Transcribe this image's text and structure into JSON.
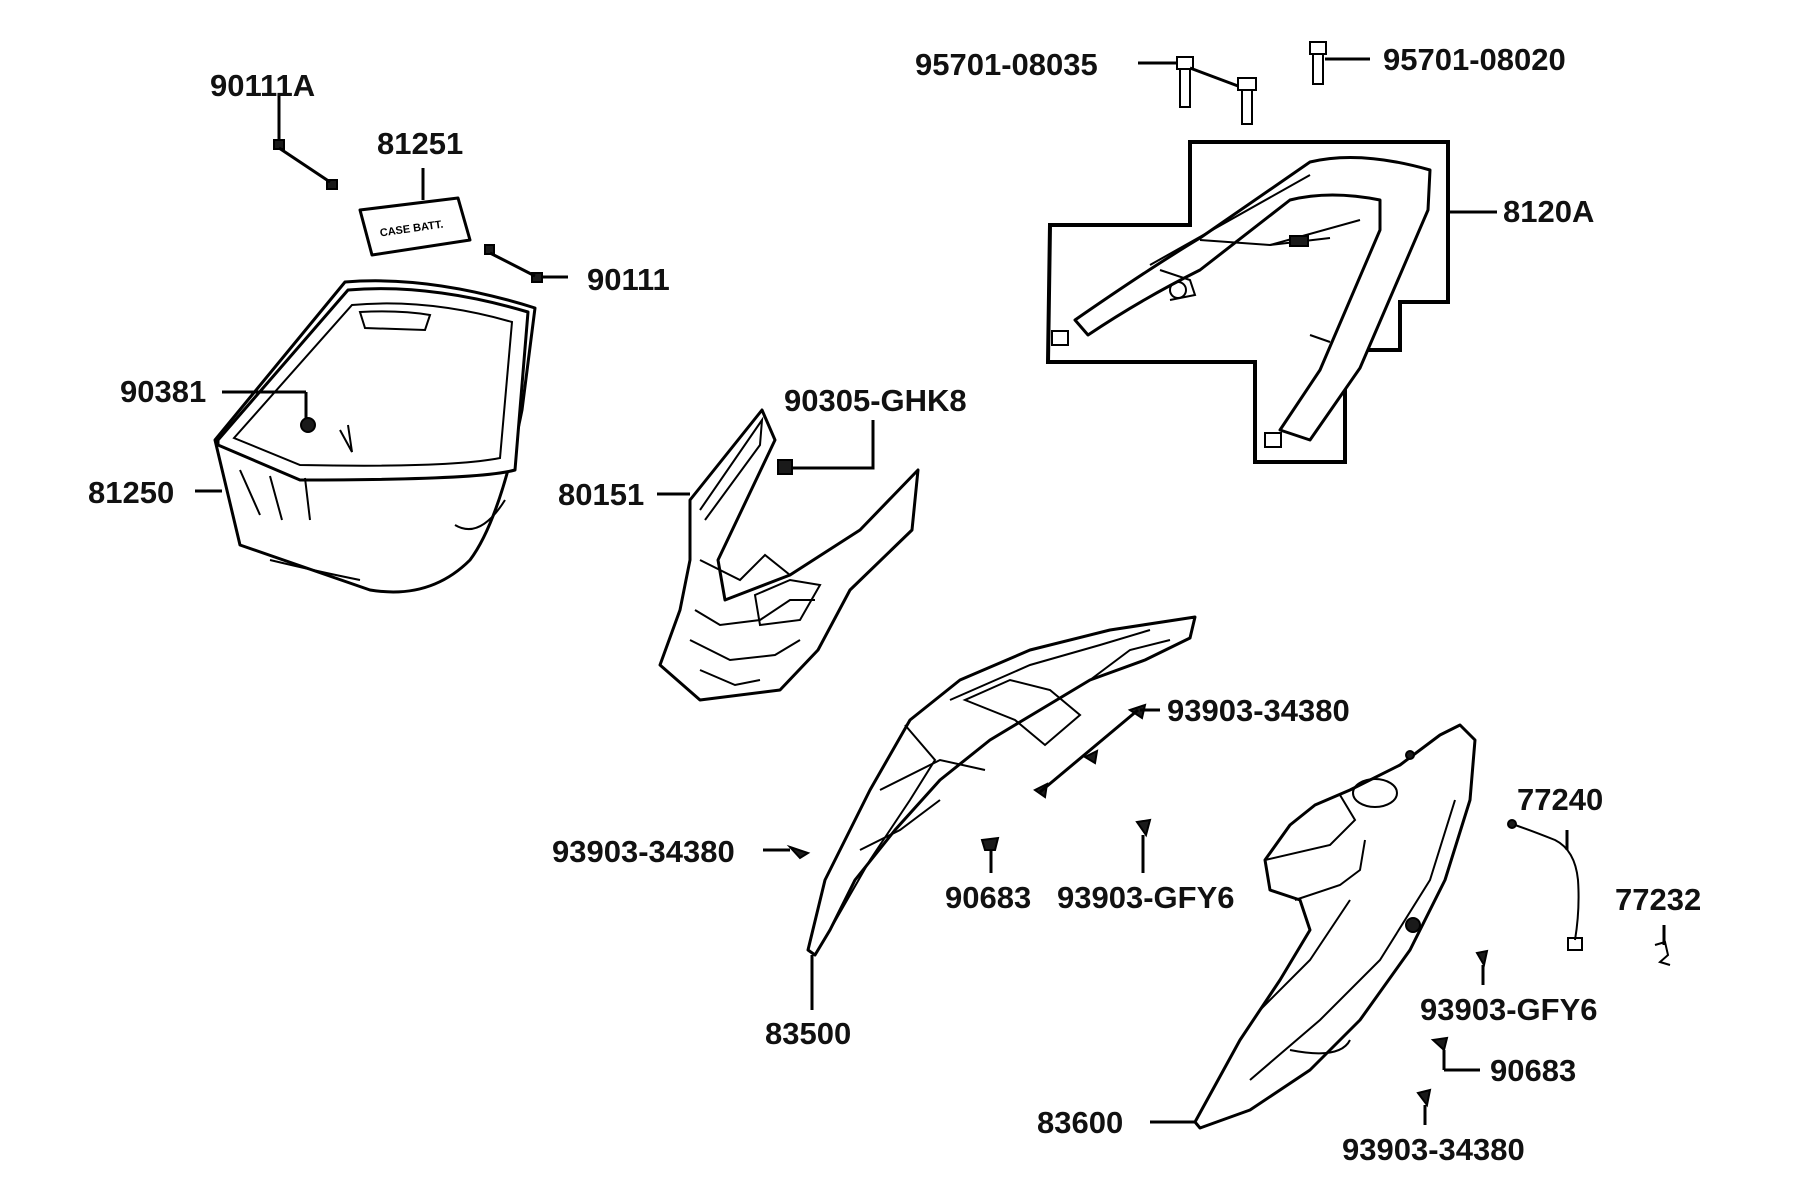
{
  "labels": {
    "p90111A": "90111A",
    "p81251": "81251",
    "p90111": "90111",
    "p90381": "90381",
    "p81250": "81250",
    "p90305": "90305-GHK8",
    "p80151": "80151",
    "p95701a": "95701-08035",
    "p95701b": "95701-08020",
    "p8120A": "8120A",
    "p93903a": "93903-34380",
    "p93903b": "93903-34380",
    "p90683a": "90683",
    "p93903gfy6a": "93903-GFY6",
    "p83500": "83500",
    "p77240": "77240",
    "p77232": "77232",
    "p93903gfy6b": "93903-GFY6",
    "p90683b": "90683",
    "p83600": "83600",
    "p93903c": "93903-34380"
  },
  "lid_text": "CASE BATT."
}
